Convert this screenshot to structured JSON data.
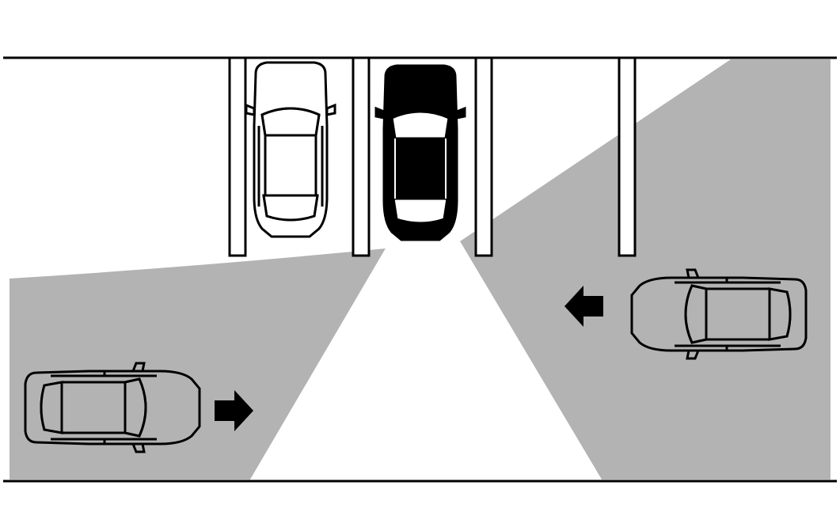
{
  "diagram": {
    "type": "parking-lot-rear-cross-traffic-illustration",
    "colors": {
      "background": "#ffffff",
      "line": "#000000",
      "detection_zone": "#b3b3b3",
      "own_vehicle": "#000000",
      "parked_vehicle": "#ffffff",
      "moving_vehicle_body": "#b3b3b3"
    },
    "elements": {
      "parking_spaces": 4,
      "parked_vehicles": 1,
      "own_vehicle": 1,
      "approaching_vehicles": 2,
      "arrows": 2
    },
    "icons": {
      "arrow_right": "arrow-right-icon",
      "arrow_left": "arrow-left-icon"
    }
  }
}
